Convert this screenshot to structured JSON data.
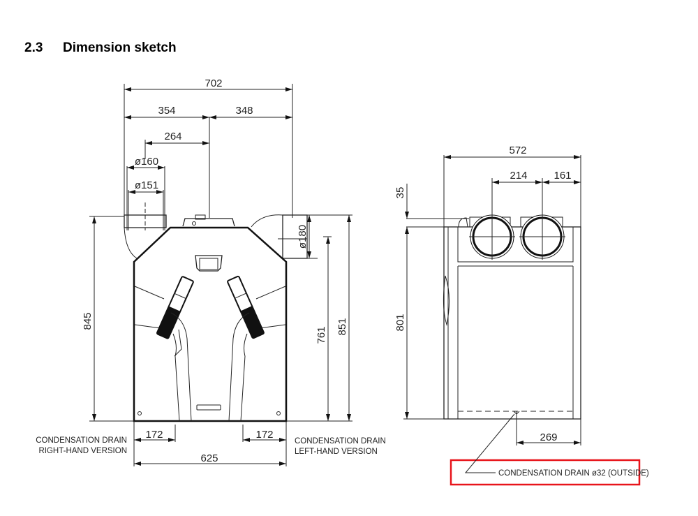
{
  "section": {
    "number": "2.3",
    "title": "Dimension sketch"
  },
  "front_view": {
    "dimensions": {
      "overall_width_top": "702",
      "left_to_center": "354",
      "center_to_right": "348",
      "duct_offset": "264",
      "duct_outer_diameter": "ø160",
      "duct_inner_diameter": "ø151",
      "side_duct_diameter": "ø180",
      "height_left": "845",
      "height_right_inner": "761",
      "height_right_outer": "851",
      "drain_left_offset": "172",
      "drain_right_offset": "172",
      "base_width": "625"
    },
    "labels": {
      "drain_right_line1": "CONDENSATION DRAIN",
      "drain_right_line2": "RIGHT-HAND VERSION",
      "drain_left_line1": "CONDENSATION DRAIN",
      "drain_left_line2": "LEFT-HAND VERSION"
    }
  },
  "side_view": {
    "dimensions": {
      "overall_depth": "572",
      "duct_spacing": "214",
      "duct_to_back": "161",
      "top_offset": "35",
      "height": "801",
      "drain_offset": "269"
    },
    "labels": {
      "drain_callout": "CONDENSATION DRAIN ø32 (OUTSIDE)"
    },
    "highlight_color": "#e8141b"
  }
}
